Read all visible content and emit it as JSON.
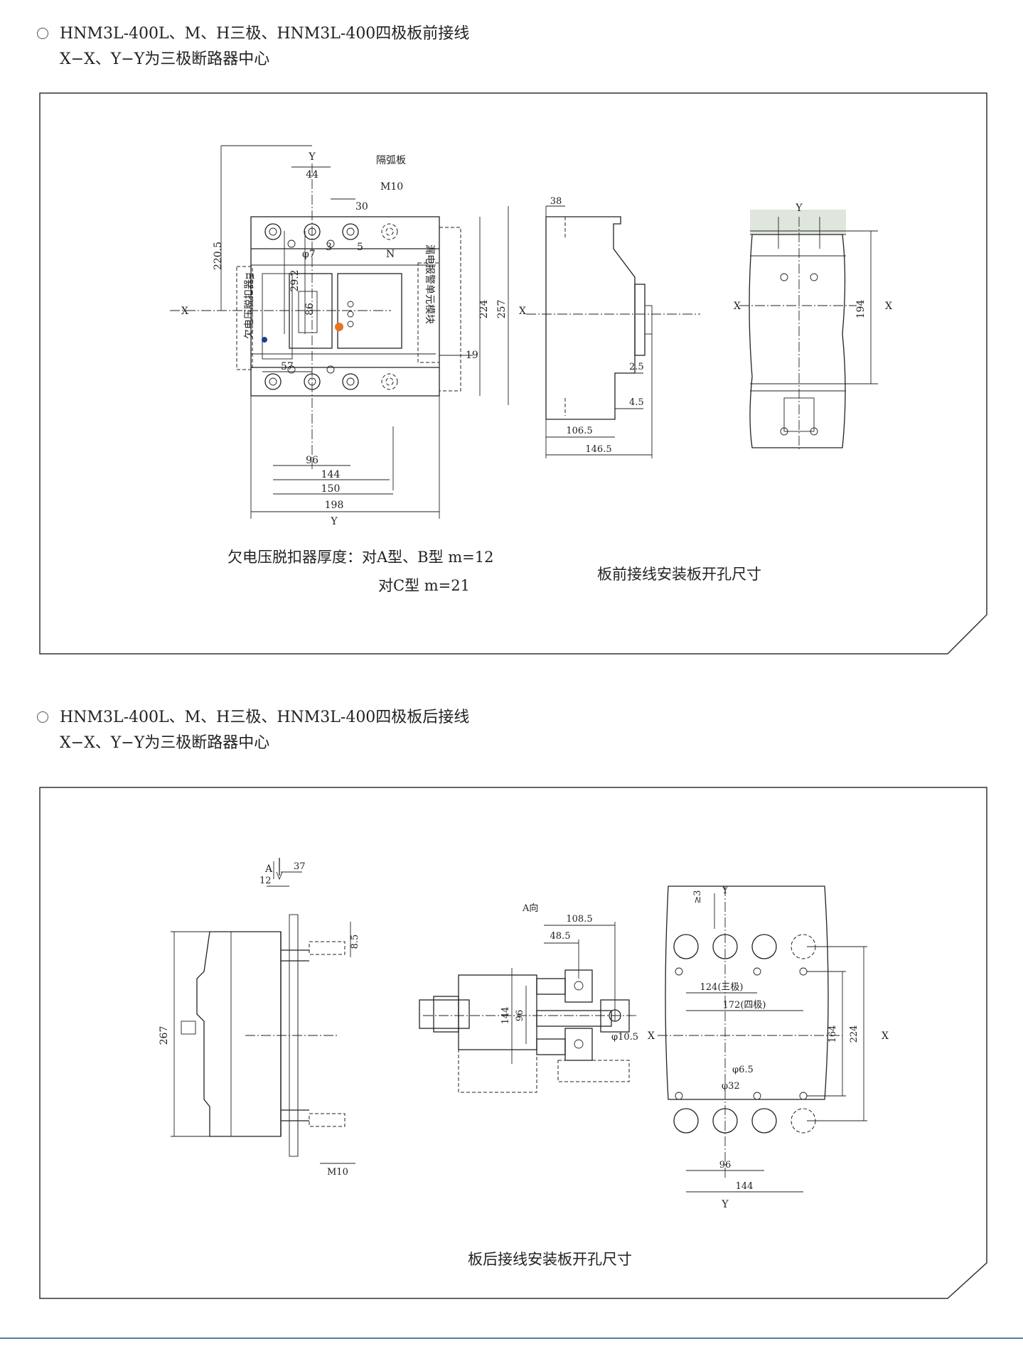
{
  "section1": {
    "title": "HNM3L-400L、M、H三极、HNM3L-400四极板前接线",
    "subtitle": "X−X、Y−Y为三极断路器中心",
    "note_line1": "欠电压脱扣器厚度：对A型、B型  m=12",
    "note_line2": "对C型  m=21",
    "caption": "板前接线安装板开孔尺寸",
    "labels": {
      "y": "Y",
      "x": "X",
      "n": "N",
      "m": "m",
      "arc_plate": "隔弧板",
      "undervoltage": "欠电压脱扣器",
      "leak_module": "漏电报警单元模块",
      "m10": "M10",
      "phi7": "φ7",
      "p3": "3",
      "p5": "5"
    },
    "dims": {
      "d44": "44",
      "d30": "30",
      "d220_5": "220.5",
      "d29_2": "29.2",
      "d86": "86",
      "d224": "224",
      "d257": "257",
      "d19": "19",
      "d57": "57",
      "d96": "96",
      "d144": "144",
      "d150": "150",
      "d198": "198",
      "d38": "38",
      "d2_5": "2.5",
      "d4_5": "4.5",
      "d106_5": "106.5",
      "d146_5": "146.5",
      "d194": "194"
    }
  },
  "section2": {
    "title": "HNM3L-400L、M、H三极、HNM3L-400四极板后接线",
    "subtitle": "X−X、Y−Y为三极断路器中心",
    "caption": "板后接线安装板开孔尺寸",
    "labels": {
      "a": "A",
      "a_dir": "A向",
      "x": "X",
      "y": "Y",
      "m10": "M10",
      "ge3": "≥3",
      "d124": "124(三极)",
      "d172": "172(四极)",
      "phi6_5": "φ6.5",
      "phi32": "φ32",
      "phi10_5": "φ10.5"
    },
    "dims": {
      "d37": "37",
      "d12": "12",
      "d8_5": "8.5",
      "d267": "267",
      "d108_5": "108.5",
      "d48_5": "48.5",
      "d96": "96",
      "d144": "144",
      "d164": "164",
      "d224": "224",
      "d96b": "96",
      "d144b": "144"
    }
  },
  "colors": {
    "frame": "#333333",
    "accent_orange": "#e8731e",
    "dot_blue": "#1c3d8f",
    "footer": "#4f7fa8",
    "panel": "#dfe6dc"
  }
}
